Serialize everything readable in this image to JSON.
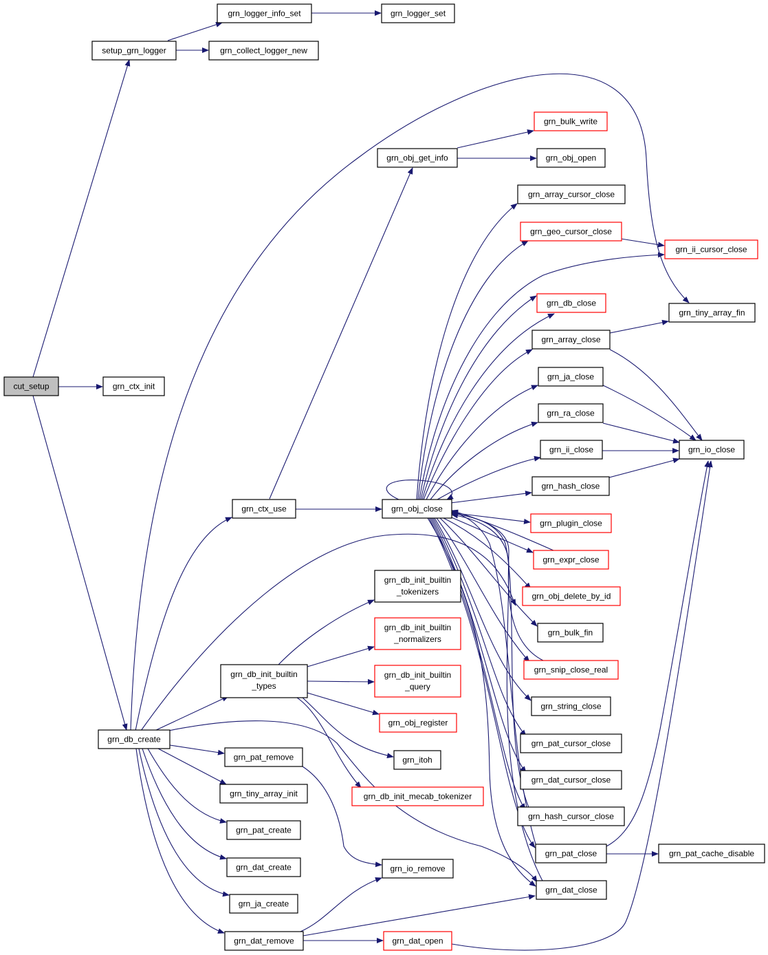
{
  "nodes": {
    "cut_setup": "cut_setup",
    "setup_grn_logger": "setup_grn_logger",
    "grn_logger_info_set": "grn_logger_info_set",
    "grn_logger_set": "grn_logger_set",
    "grn_collect_logger_new": "grn_collect_logger_new",
    "grn_ctx_init": "grn_ctx_init",
    "grn_bulk_write": "grn_bulk_write",
    "grn_obj_get_info": "grn_obj_get_info",
    "grn_obj_open": "grn_obj_open",
    "grn_array_cursor_close": "grn_array_cursor_close",
    "grn_geo_cursor_close": "grn_geo_cursor_close",
    "grn_ii_cursor_close": "grn_ii_cursor_close",
    "grn_db_close": "grn_db_close",
    "grn_tiny_array_fin": "grn_tiny_array_fin",
    "grn_array_close": "grn_array_close",
    "grn_ja_close": "grn_ja_close",
    "grn_ra_close": "grn_ra_close",
    "grn_ii_close": "grn_ii_close",
    "grn_io_close": "grn_io_close",
    "grn_hash_close": "grn_hash_close",
    "grn_ctx_use": "grn_ctx_use",
    "grn_obj_close": "grn_obj_close",
    "grn_plugin_close": "grn_plugin_close",
    "grn_expr_close": "grn_expr_close",
    "grn_obj_delete_by_id": "grn_obj_delete_by_id",
    "grn_bulk_fin": "grn_bulk_fin",
    "grn_snip_close_real": "grn_snip_close_real",
    "grn_string_close": "grn_string_close",
    "grn_pat_cursor_close": "grn_pat_cursor_close",
    "grn_dat_cursor_close": "grn_dat_cursor_close",
    "grn_hash_cursor_close": "grn_hash_cursor_close",
    "grn_pat_close": "grn_pat_close",
    "grn_pat_cache_disable": "grn_pat_cache_disable",
    "grn_dat_close": "grn_dat_close",
    "grn_db_init_builtin_tokenizers_1": "grn_db_init_builtin",
    "grn_db_init_builtin_tokenizers_2": "_tokenizers",
    "grn_db_init_builtin_normalizers_1": "grn_db_init_builtin",
    "grn_db_init_builtin_normalizers_2": "_normalizers",
    "grn_db_init_builtin_query_1": "grn_db_init_builtin",
    "grn_db_init_builtin_query_2": "_query",
    "grn_db_init_builtin_types_1": "grn_db_init_builtin",
    "grn_db_init_builtin_types_2": "_types",
    "grn_obj_register": "grn_obj_register",
    "grn_itoh": "grn_itoh",
    "grn_db_init_mecab_tokenizer": "grn_db_init_mecab_tokenizer",
    "grn_db_create": "grn_db_create",
    "grn_pat_remove": "grn_pat_remove",
    "grn_tiny_array_init": "grn_tiny_array_init",
    "grn_pat_create": "grn_pat_create",
    "grn_dat_create": "grn_dat_create",
    "grn_ja_create": "grn_ja_create",
    "grn_io_remove": "grn_io_remove",
    "grn_dat_remove": "grn_dat_remove",
    "grn_dat_open": "grn_dat_open"
  },
  "colors": {
    "edge": "#191970",
    "node_border": "#000000",
    "node_border_incomplete": "#ff0000",
    "root_fill": "#bfbfbf"
  }
}
